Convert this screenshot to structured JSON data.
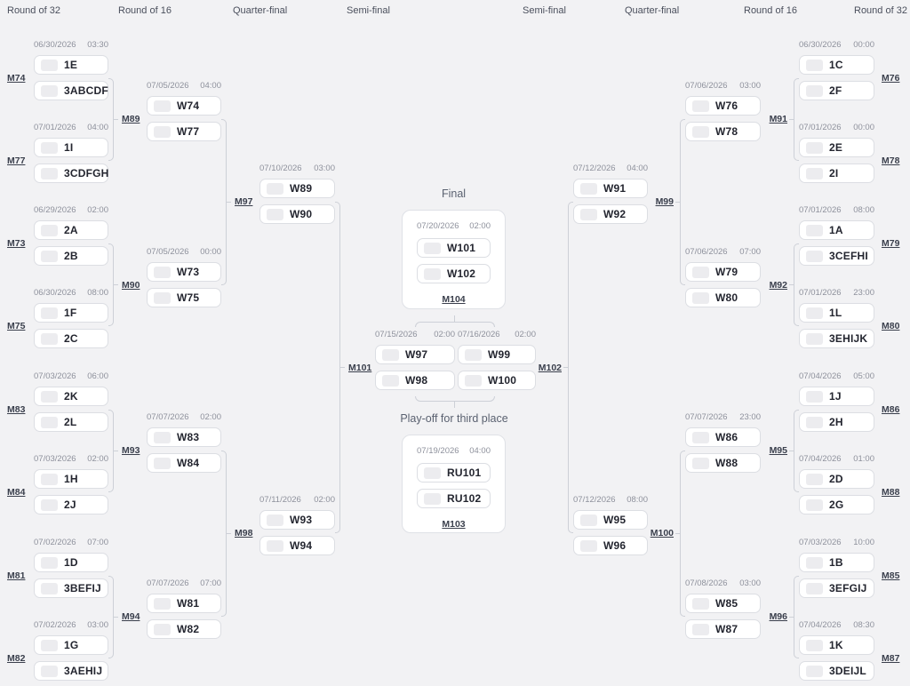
{
  "header": {
    "rounds": [
      "Round of 32",
      "Round of 16",
      "Quarter-final",
      "Semi-final",
      "Semi-final",
      "Quarter-final",
      "Round of 16",
      "Round of 32"
    ]
  },
  "center": {
    "final_title": "Final",
    "third_place_title": "Play-off for third place",
    "final": {
      "id": "M104",
      "date": "07/20/2026",
      "time": "02:00",
      "home": "W101",
      "away": "W102"
    },
    "third_place": {
      "id": "M103",
      "date": "07/19/2026",
      "time": "04:00",
      "home": "RU101",
      "away": "RU102"
    }
  },
  "bracket": {
    "left_r32": [
      {
        "id": "M74",
        "date": "06/30/2026",
        "time": "03:30",
        "home": "1E",
        "away": "3ABCDF"
      },
      {
        "id": "M77",
        "date": "07/01/2026",
        "time": "04:00",
        "home": "1I",
        "away": "3CDFGH"
      },
      {
        "id": "M73",
        "date": "06/29/2026",
        "time": "02:00",
        "home": "2A",
        "away": "2B"
      },
      {
        "id": "M75",
        "date": "06/30/2026",
        "time": "08:00",
        "home": "1F",
        "away": "2C"
      },
      {
        "id": "M83",
        "date": "07/03/2026",
        "time": "06:00",
        "home": "2K",
        "away": "2L"
      },
      {
        "id": "M84",
        "date": "07/03/2026",
        "time": "02:00",
        "home": "1H",
        "away": "2J"
      },
      {
        "id": "M81",
        "date": "07/02/2026",
        "time": "07:00",
        "home": "1D",
        "away": "3BEFIJ"
      },
      {
        "id": "M82",
        "date": "07/02/2026",
        "time": "03:00",
        "home": "1G",
        "away": "3AEHIJ"
      }
    ],
    "left_r16": [
      {
        "id": "M89",
        "date": "07/05/2026",
        "time": "04:00",
        "home": "W74",
        "away": "W77"
      },
      {
        "id": "M90",
        "date": "07/05/2026",
        "time": "00:00",
        "home": "W73",
        "away": "W75"
      },
      {
        "id": "M93",
        "date": "07/07/2026",
        "time": "02:00",
        "home": "W83",
        "away": "W84"
      },
      {
        "id": "M94",
        "date": "07/07/2026",
        "time": "07:00",
        "home": "W81",
        "away": "W82"
      }
    ],
    "left_qf": [
      {
        "id": "M97",
        "date": "07/10/2026",
        "time": "03:00",
        "home": "W89",
        "away": "W90"
      },
      {
        "id": "M98",
        "date": "07/11/2026",
        "time": "02:00",
        "home": "W93",
        "away": "W94"
      }
    ],
    "left_sf": [
      {
        "id": "M101",
        "date": "07/15/2026",
        "time": "02:00",
        "home": "W97",
        "away": "W98"
      }
    ],
    "right_sf": [
      {
        "id": "M102",
        "date": "07/16/2026",
        "time": "02:00",
        "home": "W99",
        "away": "W100"
      }
    ],
    "right_qf": [
      {
        "id": "M99",
        "date": "07/12/2026",
        "time": "04:00",
        "home": "W91",
        "away": "W92"
      },
      {
        "id": "M100",
        "date": "07/12/2026",
        "time": "08:00",
        "home": "W95",
        "away": "W96"
      }
    ],
    "right_r16": [
      {
        "id": "M91",
        "date": "07/06/2026",
        "time": "03:00",
        "home": "W76",
        "away": "W78"
      },
      {
        "id": "M92",
        "date": "07/06/2026",
        "time": "07:00",
        "home": "W79",
        "away": "W80"
      },
      {
        "id": "M95",
        "date": "07/07/2026",
        "time": "23:00",
        "home": "W86",
        "away": "W88"
      },
      {
        "id": "M96",
        "date": "07/08/2026",
        "time": "03:00",
        "home": "W85",
        "away": "W87"
      }
    ],
    "right_r32": [
      {
        "id": "M76",
        "date": "06/30/2026",
        "time": "00:00",
        "home": "1C",
        "away": "2F"
      },
      {
        "id": "M78",
        "date": "07/01/2026",
        "time": "00:00",
        "home": "2E",
        "away": "2I"
      },
      {
        "id": "M79",
        "date": "07/01/2026",
        "time": "08:00",
        "home": "1A",
        "away": "3CEFHI"
      },
      {
        "id": "M80",
        "date": "07/01/2026",
        "time": "23:00",
        "home": "1L",
        "away": "3EHIJK"
      },
      {
        "id": "M86",
        "date": "07/04/2026",
        "time": "05:00",
        "home": "1J",
        "away": "2H"
      },
      {
        "id": "M88",
        "date": "07/04/2026",
        "time": "01:00",
        "home": "2D",
        "away": "2G"
      },
      {
        "id": "M85",
        "date": "07/03/2026",
        "time": "10:00",
        "home": "1B",
        "away": "3EFGIJ"
      },
      {
        "id": "M87",
        "date": "07/04/2026",
        "time": "08:30",
        "home": "1K",
        "away": "3DEIJL"
      }
    ]
  },
  "icons": {
    "team_flag_placeholder": "empty-flag-swatch"
  },
  "colors": {
    "page_background": "#f2f2f4",
    "card_background": "#ffffff",
    "card_border": "#dcdee3",
    "connector": "#cdd0d7",
    "text_primary": "#23252f",
    "text_muted": "#8e919c",
    "link": "#3a3f4c"
  }
}
